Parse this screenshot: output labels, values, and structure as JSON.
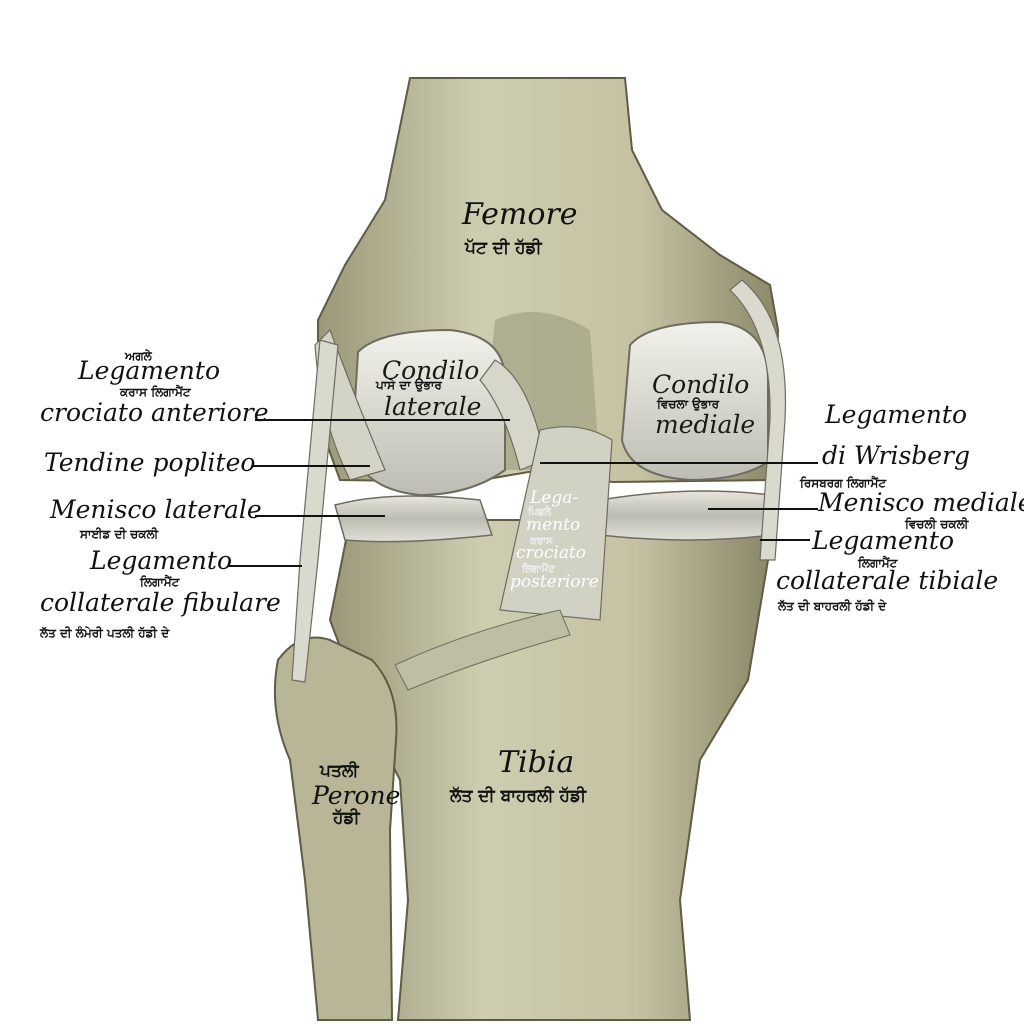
{
  "labels": {
    "femore": {
      "it": "Femore",
      "pa": "ਪੱਟ ਦੀ ਹੱਡੀ"
    },
    "tibia": {
      "it": "Tibia",
      "pa": "ਲੱਤ ਦੀ ਬਾਹਰਲੀ ਹੱਡੀ"
    },
    "perone": {
      "it": "Perone",
      "pa_top": "ਪਤਲੀ",
      "pa_bottom": "ਹੱਡੀ"
    },
    "condilo_laterale": {
      "it1": "Condilo",
      "pa": "ਪਾਸੇ ਦਾ ਉਭਾਰ",
      "it2": "laterale"
    },
    "condilo_mediale": {
      "it1": "Condilo",
      "pa": "ਵਿਚਲਾ ਉਭਾਰ",
      "it2": "mediale"
    },
    "legamento_crociato_anteriore": {
      "pa_top": "ਅਗਲੇ",
      "it1": "Legamento",
      "pa_mid": "ਕਰਾਸ ਲਿਗਾਮੈਂਟ",
      "it2": "crociato anteriore"
    },
    "tendine_popliteo": {
      "it": "Tendine popliteo"
    },
    "menisco_laterale": {
      "it": "Menisco laterale",
      "pa": "ਸਾਈਡ ਦੀ ਚਕਲੀ"
    },
    "legamento_collaterale_fibulare": {
      "it1": "Legamento",
      "pa_mid": "ਲਿਗਾਮੈਂਟ",
      "it2": "collaterale fibulare",
      "pa": "ਲੱਤ ਦੀ ਲੰਮੇਰੀ ਪਤਲੀ ਹੱਡੀ ਦੇ"
    },
    "legamento_wrisberg": {
      "it1": "Legamento",
      "it2": "di Wrisberg",
      "pa": "ਰਿਸਬਰਗ ਲਿਗਾਮੈਂਟ"
    },
    "menisco_mediale": {
      "it": "Menisco mediale",
      "pa": "ਵਿਚਲੀ ਚਕਲੀ"
    },
    "legamento_collaterale_tibiale": {
      "it1": "Legamento",
      "pa_mid": "ਲਿਗਾਮੈਂਟ",
      "it2": "collaterale tibiale",
      "pa": "ਲੱਤ ਦੀ ਬਾਹਰਲੀ ਹੱਡੀ ਦੇ"
    },
    "legamento_crociato_posteriore": {
      "it1": "Lega-",
      "pa1": "ਪਿਛਲੇ",
      "it2": "mento",
      "pa2": "ਕਰਾਸ",
      "it3": "crociato",
      "pa3": "ਲਿਗਾਮੈਂਟ",
      "it4": "posteriore"
    }
  },
  "colors": {
    "bone": "#c9c7a6",
    "bone_dark": "#8f8d6c",
    "cartilage": "#e4e4dc",
    "ligament": "#d8d8cc",
    "ink": "#111111"
  }
}
